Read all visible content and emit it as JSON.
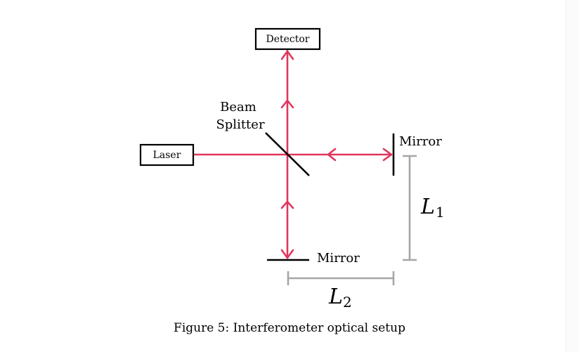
{
  "figure": {
    "caption": "Figure 5: Interferometer optical setup"
  },
  "components": {
    "detector": "Detector",
    "laser": "Laser",
    "beam_splitter_line1": "Beam",
    "beam_splitter_line2": "Splitter",
    "mirror_right": "Mirror",
    "mirror_bottom": "Mirror"
  },
  "dimensions": {
    "l1_main": "L",
    "l1_sub": "1",
    "l2_main": "L",
    "l2_sub": "2"
  },
  "colors": {
    "beam": "#e0365e",
    "dimension": "#a6a6a6",
    "optics": "#000000"
  }
}
